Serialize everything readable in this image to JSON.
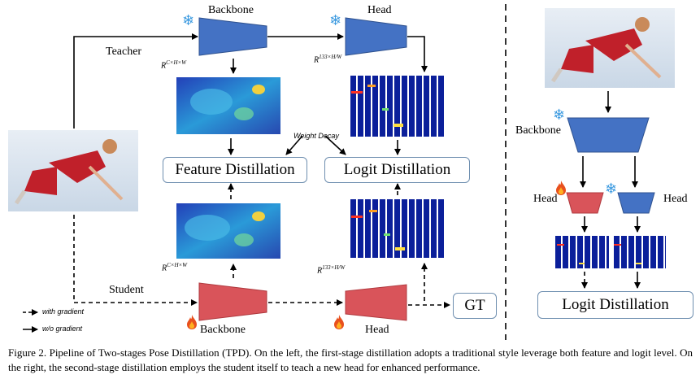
{
  "left": {
    "teacher_label": "Teacher",
    "student_label": "Student",
    "backbone_top_label": "Backbone",
    "head_top_label": "Head",
    "backbone_bottom_label": "Backbone",
    "head_bottom_label": "Head",
    "feature_distillation": "Feature Distillation",
    "logit_distillation": "Logit Distillation",
    "weight_decay": "Weight Decay",
    "gt": "GT",
    "dim_feature_base": "R",
    "dim_feature_sup": "C×H×W",
    "dim_logit_base": "R",
    "dim_logit_sup": "133×H/W",
    "legend_with_gradient": "with gradient",
    "legend_without_gradient": "w/o gradient"
  },
  "right": {
    "backbone_label": "Backbone",
    "head_left_label": "Head",
    "head_right_label": "Head",
    "logit_distillation": "Logit Distillation"
  },
  "icons": {
    "frozen": "snowflake-icon",
    "trainable": "flame-icon"
  },
  "colors": {
    "frozen_module": "#4472c4",
    "trainable_module": "#d9545a",
    "box_border": "#6f8fb0"
  },
  "caption": "Figure 2. Pipeline of Two-stages Pose Distillation (TPD). On the left, the first-stage distillation adopts a traditional style leverage both feature and logit level. On the right, the second-stage distillation employs the student itself to teach a new head for enhanced performance."
}
